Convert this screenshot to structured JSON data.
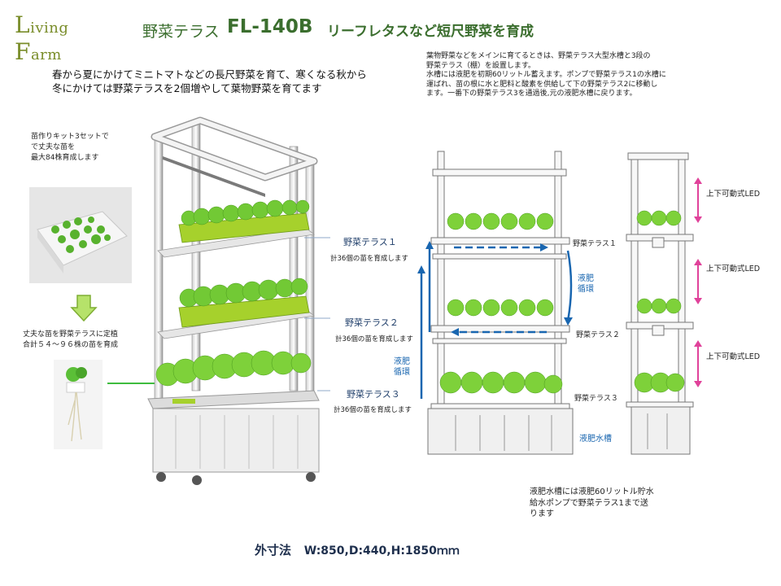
{
  "logo": {
    "first_letter": "L",
    "rest": "iving ",
    "second_letter": "F",
    "rest2": "arm"
  },
  "title": {
    "prefix": "野菜テラス",
    "model": "FL-140B",
    "subtitle": "リーフレタスなど短尺野菜を育成"
  },
  "intro": {
    "line1": "春から夏にかけてミニトマトなどの長尺野菜を育て、寒くなる秋から",
    "line2": "冬にかけては野菜テラスを2個増やして葉物野菜を育てます"
  },
  "note": {
    "line1": "葉物野菜などをメインに育てるときは、野菜テラス大型水槽と3段の",
    "line2": "野菜テラス（棚）を設置します。",
    "line3": "水槽には液肥を初期60リットル蓄えます。ポンプで野菜テラス1の水槽に",
    "line4": "運ばれ、苗の根に水と肥料と酸素を供給して下の野菜テラス2に移動し",
    "line5": "ます。一番下の野菜テラス3を通過後,元の液肥水槽に戻ります。"
  },
  "seedlings": {
    "line1": "苗作りキット3セットで",
    "line2": "で丈夫な苗を",
    "line3": "最大84株育成します"
  },
  "transplant": {
    "line1": "丈夫な苗を野菜テラスに定植",
    "line2": "合計５４～９６株の苗を育成"
  },
  "left_labels": [
    {
      "name": "野菜テラス１",
      "count": "計36個の苗を育成します"
    },
    {
      "name": "野菜テラス２",
      "count": "計36個の苗を育成します"
    },
    {
      "name": "野菜テラス３",
      "count": "計36個の苗を育成します"
    }
  ],
  "mid_labels": {
    "terrace1": "野菜テラス１",
    "terrace2": "野菜テラス２",
    "terrace3": "野菜テラス３",
    "flow_right_1": "液肥",
    "flow_right_2": "循環",
    "flow_left_1": "液肥",
    "flow_left_2": "循環",
    "tank": "液肥水槽"
  },
  "led_labels": [
    "上下可動式LED",
    "上下可動式LED",
    "上下可動式LED"
  ],
  "bottom_note": {
    "line1": "液肥水槽には液肥60リットル貯水",
    "line2": "給水ポンプで野菜テラス1まで送",
    "line3": "ります"
  },
  "dims": {
    "label": "外寸法",
    "value": "W:850,D:440,H:1850ｍｍ"
  },
  "colors": {
    "title": "#3b6e2e",
    "lime": "#9ccc2a",
    "leaf": "#6ec832",
    "flow": "#1966b0",
    "led_arrow": "#e0429a"
  }
}
